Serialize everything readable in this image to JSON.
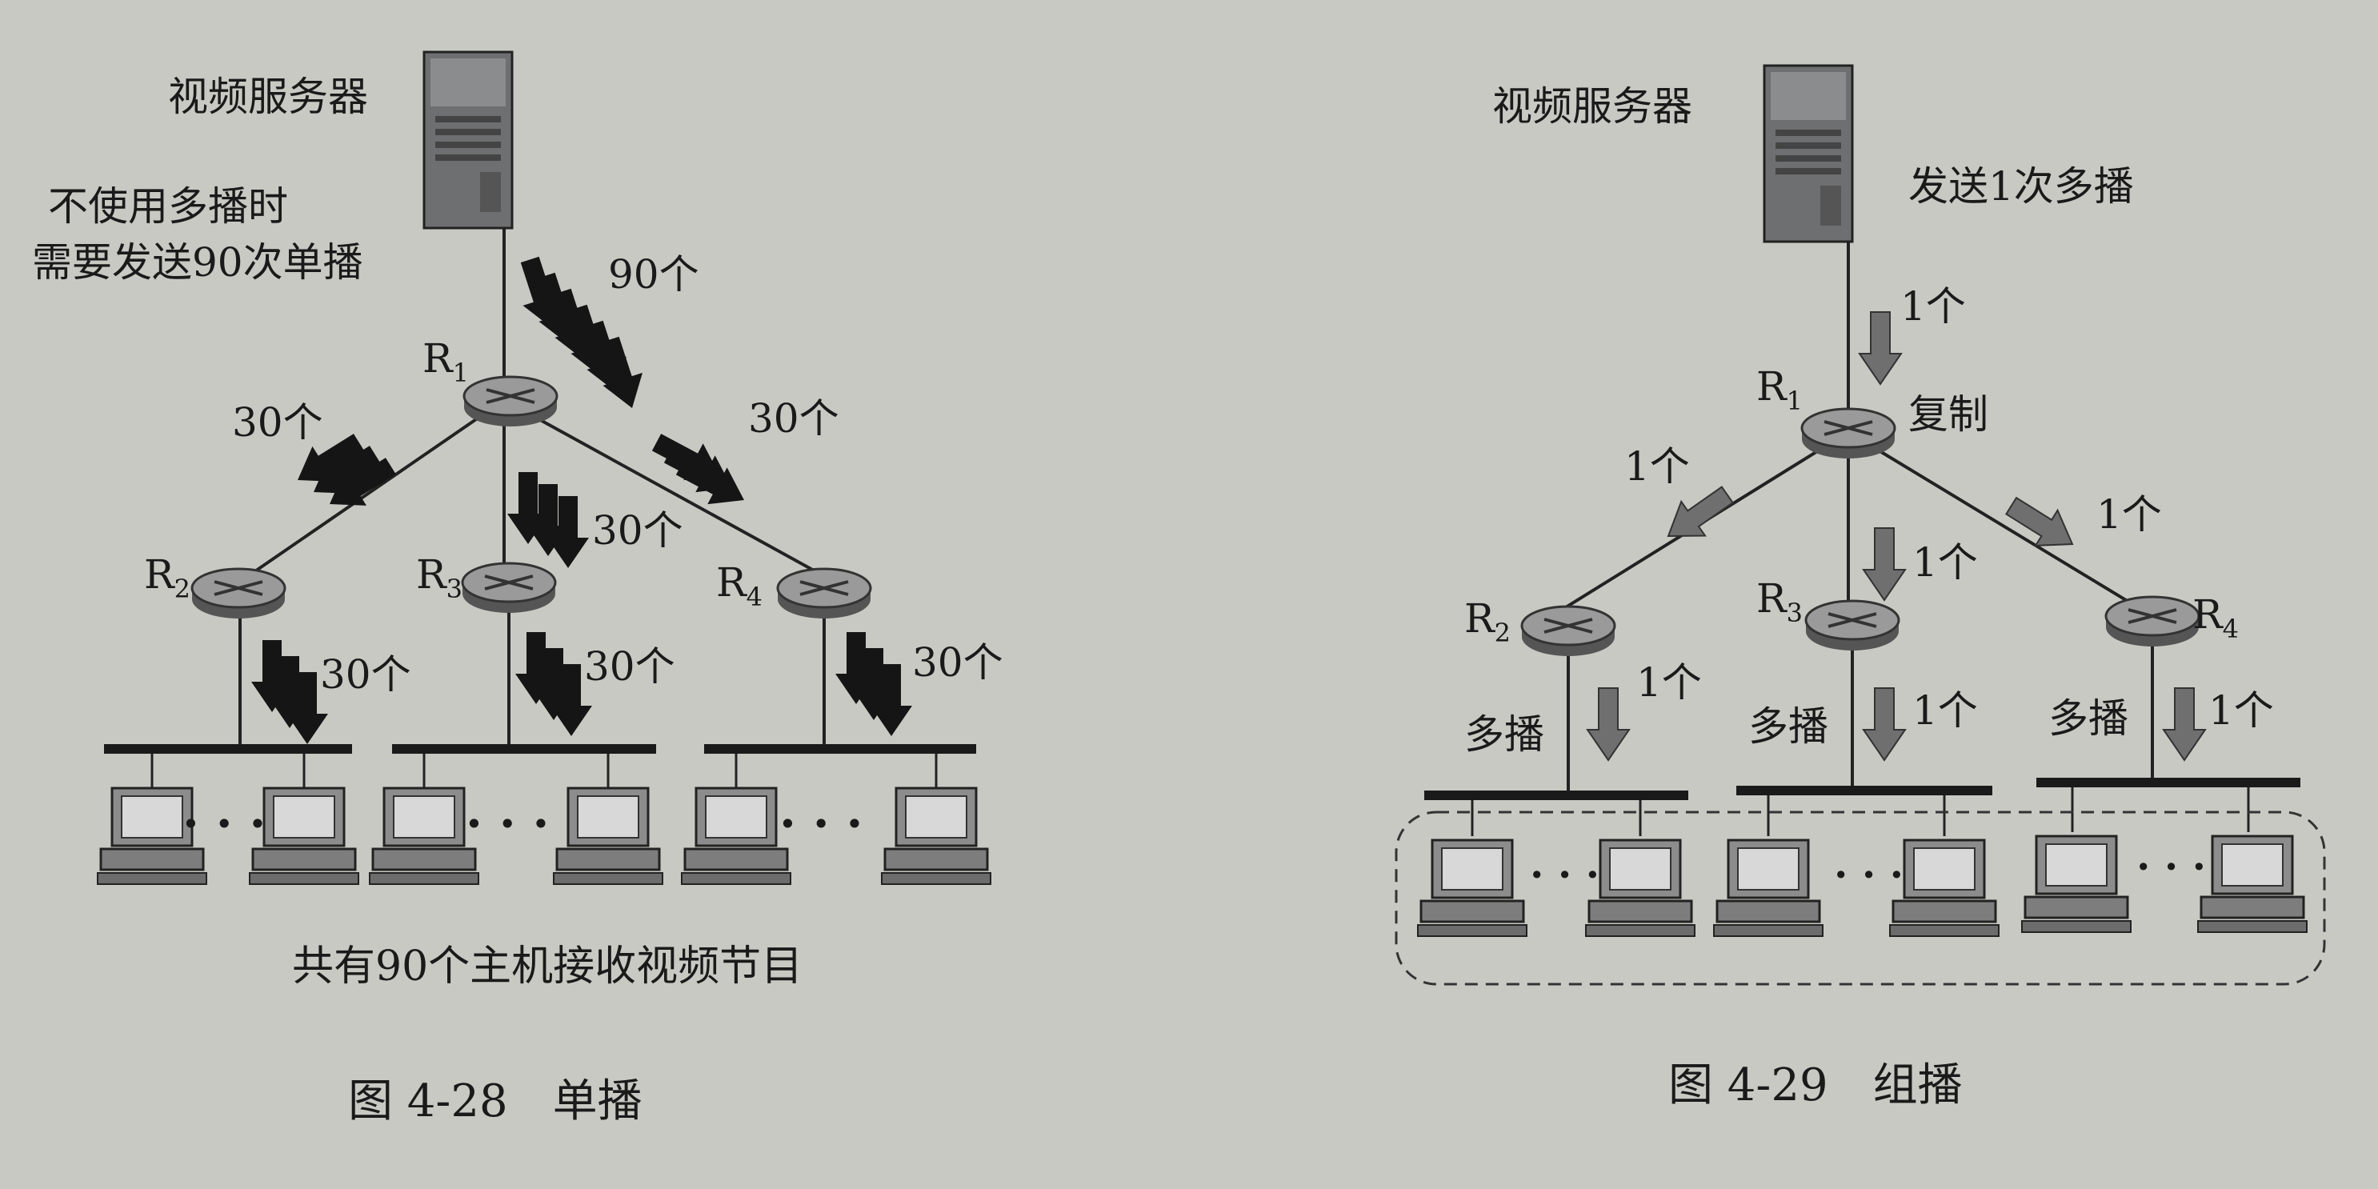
{
  "figure_left": {
    "server_label": "视频服务器",
    "note_line1": "不使用多播时",
    "note_line2": "需要发送90次单播",
    "count_top": "90个",
    "count_r2": "30个",
    "count_r3": "30个",
    "count_r4": "30个",
    "count_lan2": "30个",
    "count_lan3": "30个",
    "count_lan4": "30个",
    "router_r1": "R",
    "router_r1_sub": "1",
    "router_r2": "R",
    "router_r2_sub": "2",
    "router_r3": "R",
    "router_r3_sub": "3",
    "router_r4": "R",
    "router_r4_sub": "4",
    "bottom_note": "共有90个主机接收视频节目",
    "caption": "图 4-28　单播"
  },
  "figure_right": {
    "server_label": "视频服务器",
    "send_note": "发送1次多播",
    "count_top": "1个",
    "copy_label": "复制",
    "count_r2": "1个",
    "count_r3": "1个",
    "count_r4": "1个",
    "count_lan2": "1个",
    "count_lan3": "1个",
    "count_lan4": "1个",
    "multicast_lan2": "多播",
    "multicast_lan3": "多播",
    "multicast_lan4": "多播",
    "router_r1": "R",
    "router_r1_sub": "1",
    "router_r2": "R",
    "router_r2_sub": "2",
    "router_r3": "R",
    "router_r3_sub": "3",
    "router_r4": "R",
    "router_r4_sub": "4",
    "caption": "图 4-29　组播"
  },
  "colors": {
    "background": "#c9c9c4",
    "ink": "#1a1a1a",
    "arrow_gray": "#6f6f6f",
    "device_gray": "#7a7a7a"
  },
  "icons": [
    "server-icon",
    "router-icon",
    "computer-icon",
    "arrow-icon"
  ]
}
